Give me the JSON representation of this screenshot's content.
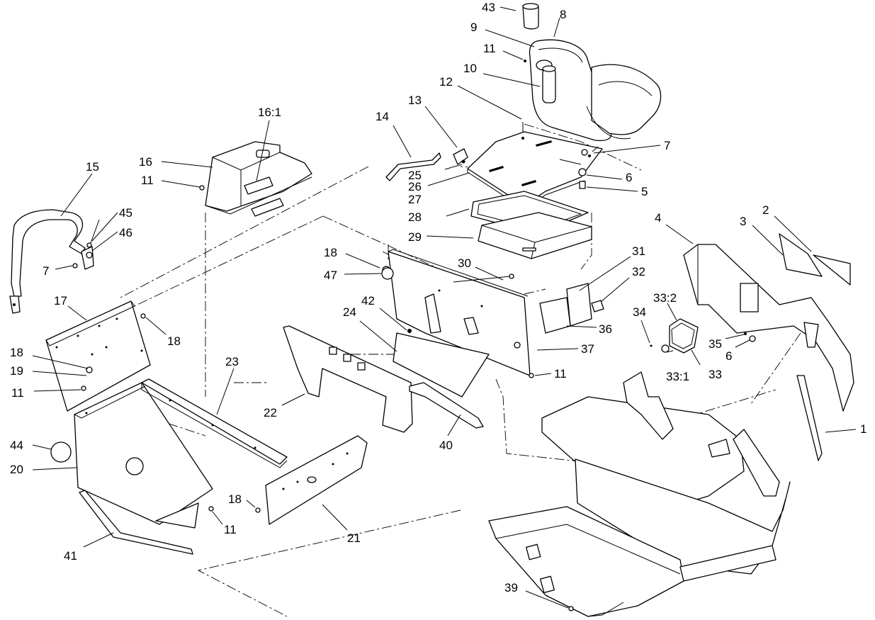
{
  "callouts": [
    {
      "label": "43"
    },
    {
      "label": "8"
    },
    {
      "label": "9"
    },
    {
      "label": "11"
    },
    {
      "label": "10"
    },
    {
      "label": "12"
    },
    {
      "label": "13"
    },
    {
      "label": "14"
    },
    {
      "label": "16:1"
    },
    {
      "label": "16"
    },
    {
      "label": "15"
    },
    {
      "label": "11"
    },
    {
      "label": "7"
    },
    {
      "label": "25"
    },
    {
      "label": "26"
    },
    {
      "label": "27"
    },
    {
      "label": "6"
    },
    {
      "label": "5"
    },
    {
      "label": "45"
    },
    {
      "label": "46"
    },
    {
      "label": "28"
    },
    {
      "label": "29"
    },
    {
      "label": "4"
    },
    {
      "label": "3"
    },
    {
      "label": "2"
    },
    {
      "label": "7"
    },
    {
      "label": "18"
    },
    {
      "label": "47"
    },
    {
      "label": "30"
    },
    {
      "label": "31"
    },
    {
      "label": "32"
    },
    {
      "label": "17"
    },
    {
      "label": "18"
    },
    {
      "label": "42"
    },
    {
      "label": "24"
    },
    {
      "label": "33:2"
    },
    {
      "label": "34"
    },
    {
      "label": "36"
    },
    {
      "label": "35"
    },
    {
      "label": "6"
    },
    {
      "label": "37"
    },
    {
      "label": "18"
    },
    {
      "label": "19"
    },
    {
      "label": "23"
    },
    {
      "label": "11"
    },
    {
      "label": "33:1"
    },
    {
      "label": "33"
    },
    {
      "label": "11"
    },
    {
      "label": "22"
    },
    {
      "label": "1"
    },
    {
      "label": "44"
    },
    {
      "label": "40"
    },
    {
      "label": "20"
    },
    {
      "label": "18"
    },
    {
      "label": "11"
    },
    {
      "label": "21"
    },
    {
      "label": "41"
    },
    {
      "label": "39"
    }
  ]
}
